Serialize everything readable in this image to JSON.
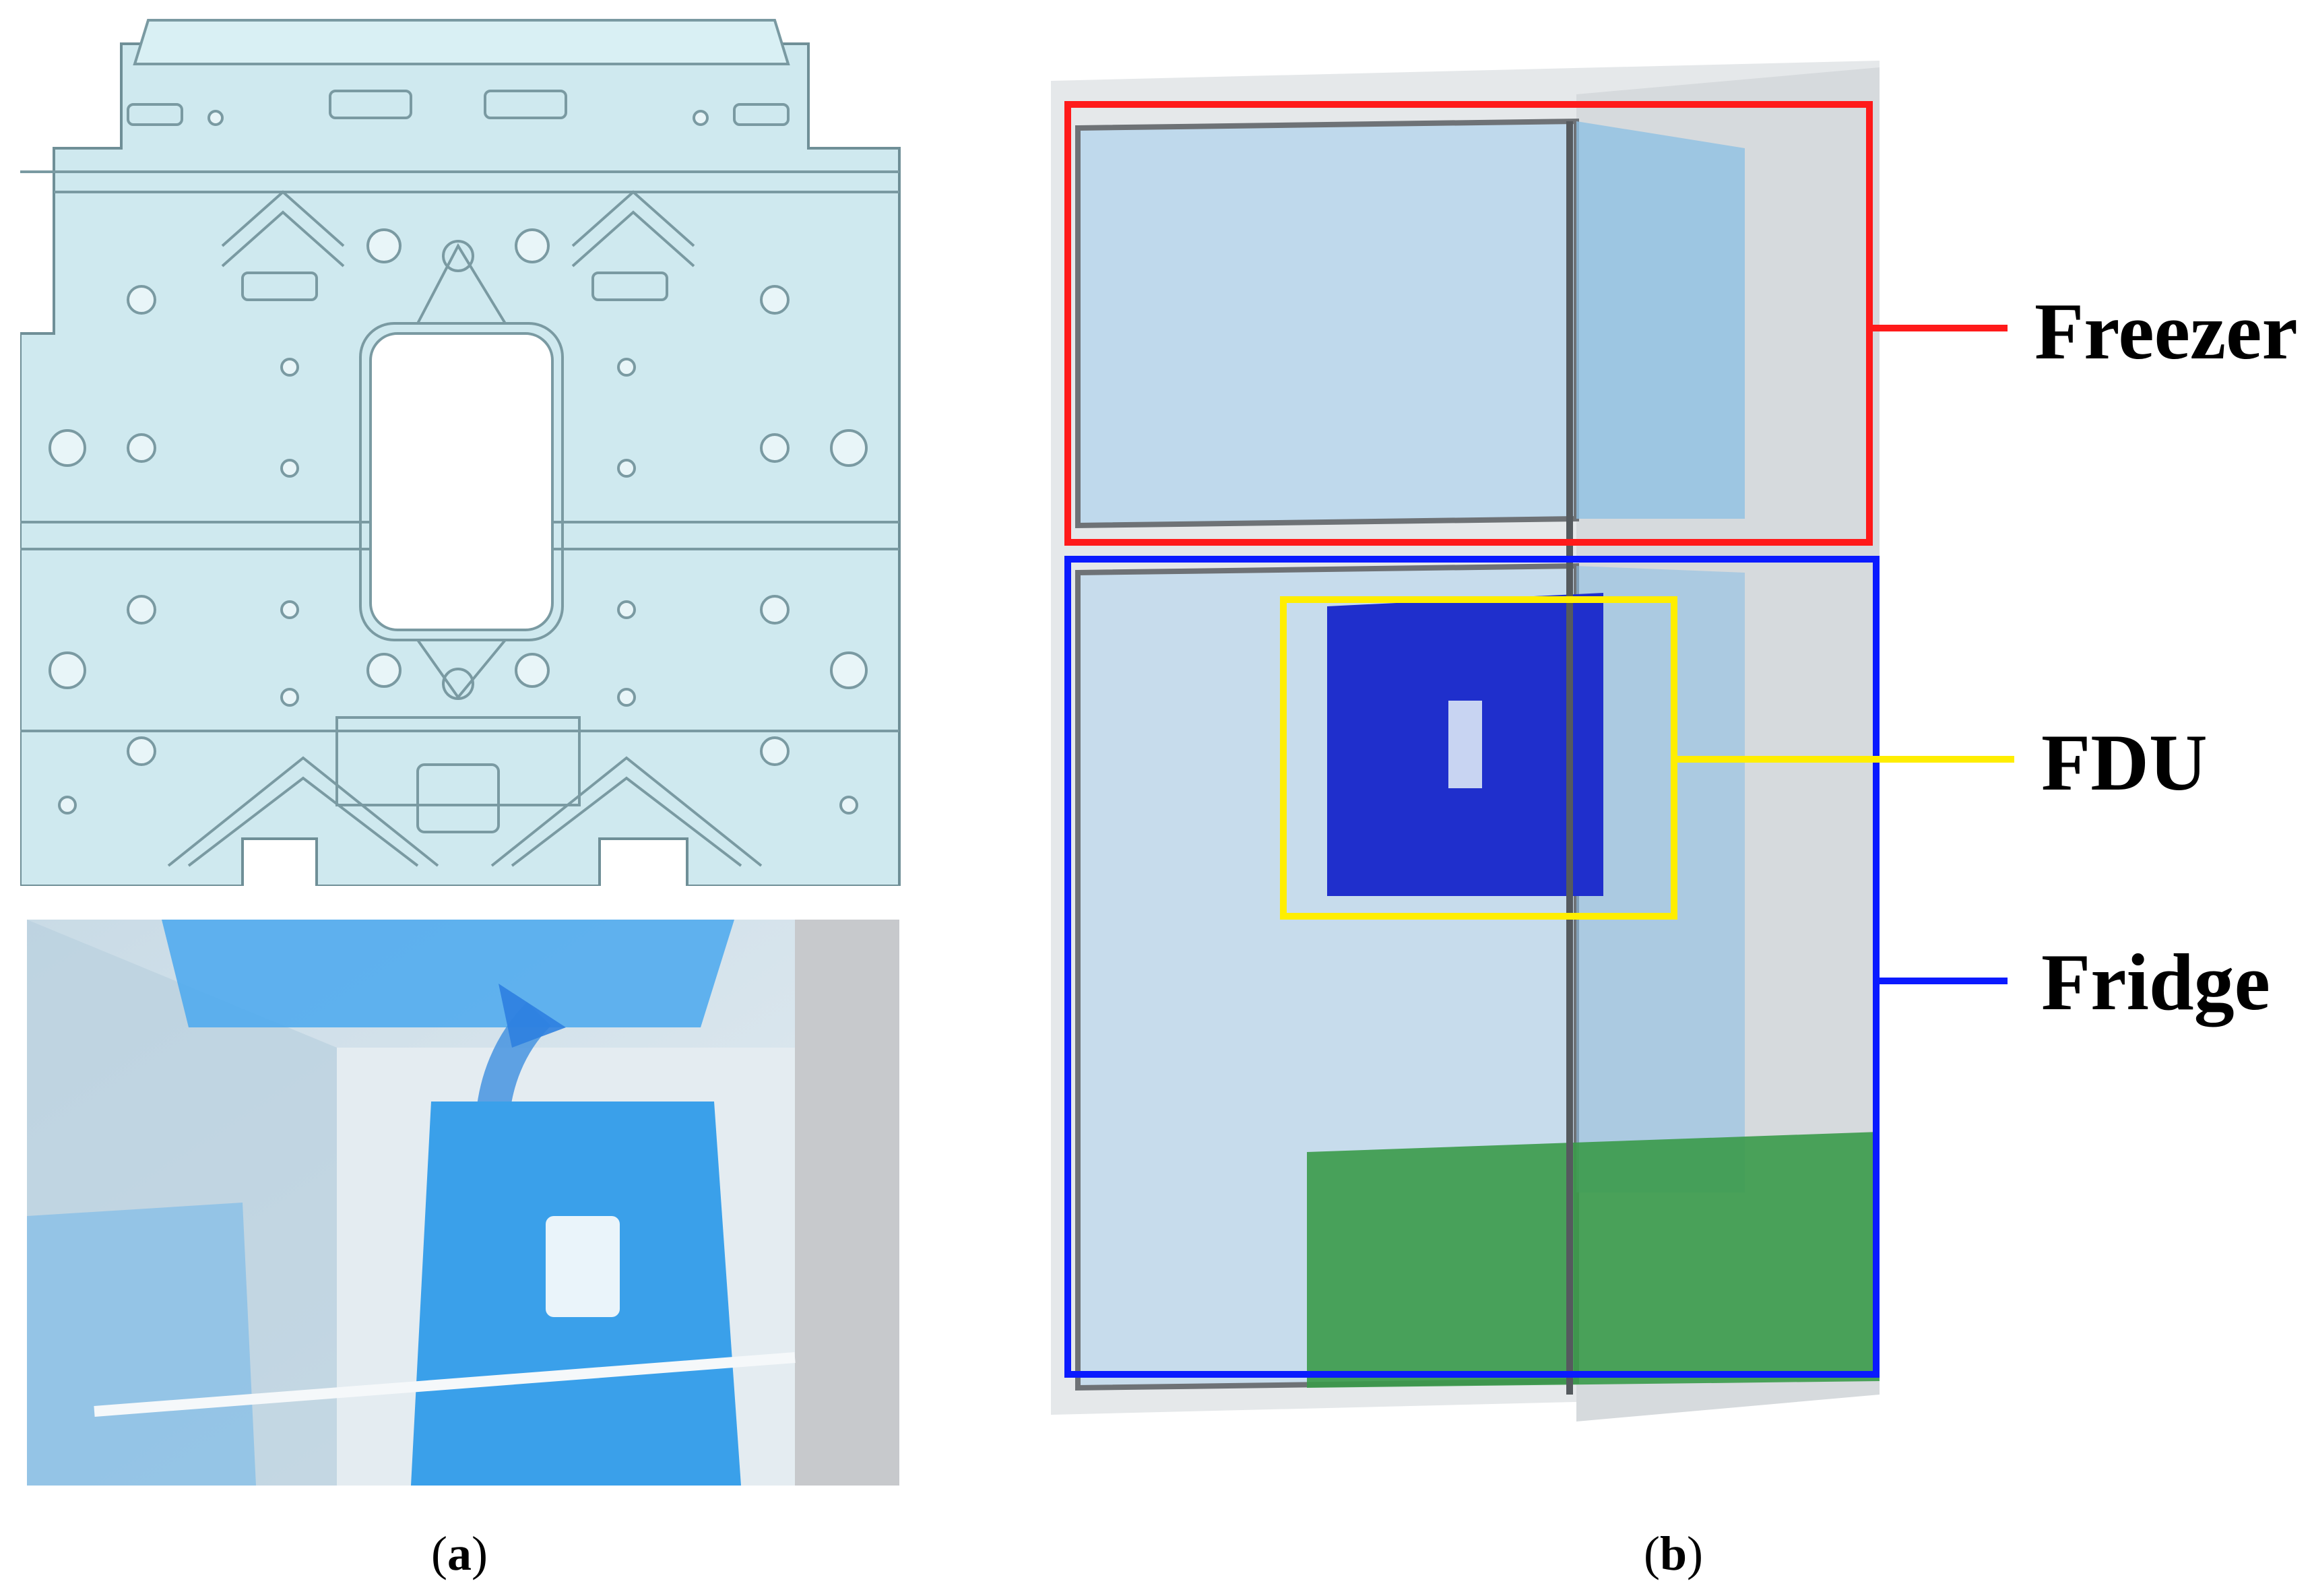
{
  "panel_a": {
    "caption_open": "(",
    "caption_letter": "a",
    "caption_close": ")"
  },
  "panel_b": {
    "caption_open": "(",
    "caption_letter": "b",
    "caption_close": ")",
    "labels": [
      {
        "id": "freezer",
        "text": "Freezer",
        "color": "#ff1a1a"
      },
      {
        "id": "fdu",
        "text": "FDU",
        "color": "#ffee00"
      },
      {
        "id": "fridge",
        "text": "Fridge",
        "color": "#0a1aff"
      }
    ]
  },
  "colors": {
    "plate_fill": "#cfe9ef",
    "plate_line": "#7a9aa2",
    "render_blue": "#3aa0ea",
    "fdu_blue": "#1f2fcc",
    "green": "#3a9a4a"
  }
}
